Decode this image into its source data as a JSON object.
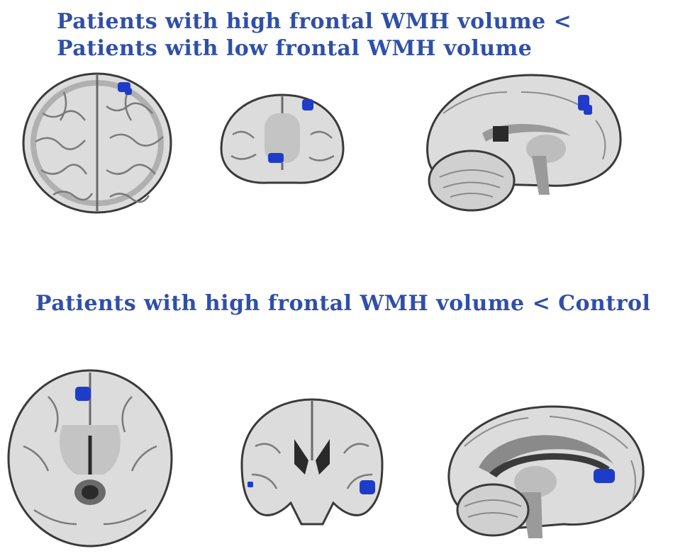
{
  "figure": {
    "section_1": {
      "caption": "Patients with high frontal WMH volume < Patients with low frontal WMH volume",
      "views": [
        "axial",
        "coronal",
        "sagittal"
      ]
    },
    "section_2": {
      "caption": "Patients with high frontal WMH volume < Control",
      "views": [
        "axial",
        "coronal",
        "sagittal"
      ]
    }
  },
  "colors": {
    "caption_text": "#2f4fa8",
    "cluster": "#1f3cc9",
    "brain_fill": "#d9d9d9",
    "brain_outline": "#3a3a3a",
    "sulci": "#7a7a7a"
  }
}
